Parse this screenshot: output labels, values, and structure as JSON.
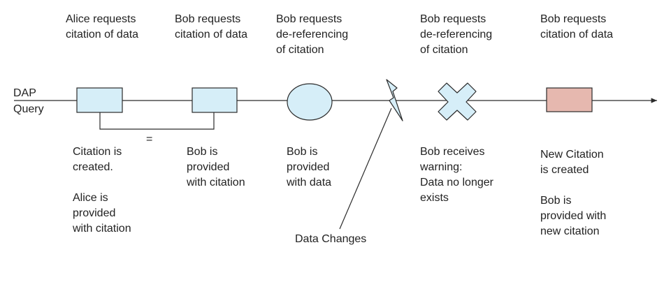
{
  "colors": {
    "box_fill": "#d6eef8",
    "box_stroke": "#2b2b2b",
    "new_box_fill": "#e6b8af",
    "line": "#2b2b2b"
  },
  "timeline": {
    "start_label": "DAP\nQuery",
    "equality_symbol": "=",
    "data_changes_label": "Data Changes"
  },
  "events": [
    {
      "shape": "rectangle",
      "top_text": "Alice requests\ncitation of data",
      "bottom_text": "Citation is\ncreated.\n\nAlice is\nprovided\nwith citation"
    },
    {
      "shape": "rectangle",
      "top_text": "Bob requests\ncitation of data",
      "bottom_text": "Bob is\nprovided\nwith citation"
    },
    {
      "shape": "ellipse",
      "top_text": "Bob requests\nde-referencing\nof citation",
      "bottom_text": "Bob is\nprovided\nwith data"
    },
    {
      "shape": "lightning-bolt",
      "top_text": "",
      "bottom_text": ""
    },
    {
      "shape": "x-cross",
      "top_text": "Bob requests\nde-referencing\nof citation",
      "bottom_text": "Bob receives\nwarning:\nData no longer\nexists"
    },
    {
      "shape": "rectangle-highlight",
      "top_text": "Bob requests\ncitation of data",
      "bottom_text": "New Citation\nis created\n\nBob is\nprovided with\nnew citation"
    }
  ]
}
